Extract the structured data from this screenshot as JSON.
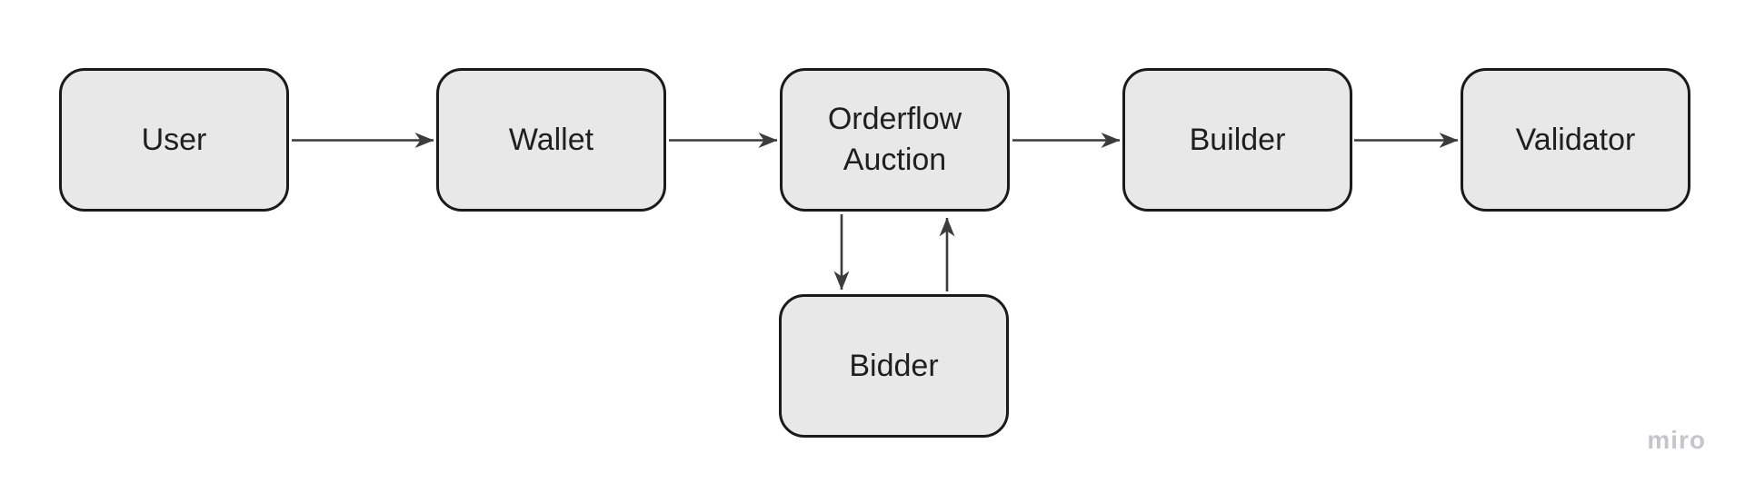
{
  "app": {
    "watermark": "miro"
  },
  "diagram": {
    "type": "flowchart",
    "direction": "left-to-right",
    "nodes": [
      {
        "id": "user",
        "label": "User"
      },
      {
        "id": "wallet",
        "label": "Wallet"
      },
      {
        "id": "orderflow-auction",
        "label": "Orderflow Auction"
      },
      {
        "id": "builder",
        "label": "Builder"
      },
      {
        "id": "validator",
        "label": "Validator"
      },
      {
        "id": "bidder",
        "label": "Bidder"
      }
    ],
    "edges": [
      {
        "from": "user",
        "to": "wallet"
      },
      {
        "from": "wallet",
        "to": "orderflow-auction"
      },
      {
        "from": "orderflow-auction",
        "to": "builder"
      },
      {
        "from": "builder",
        "to": "validator"
      },
      {
        "from": "orderflow-auction",
        "to": "bidder"
      },
      {
        "from": "bidder",
        "to": "orderflow-auction"
      }
    ]
  },
  "style": {
    "node_fill": "#e8e8e8",
    "node_border": "#1a1a1a",
    "text_color": "#1f1f1f",
    "arrow_color": "#3c3c3c",
    "background": "#ffffff",
    "watermark_color": "#c5c5cb"
  }
}
